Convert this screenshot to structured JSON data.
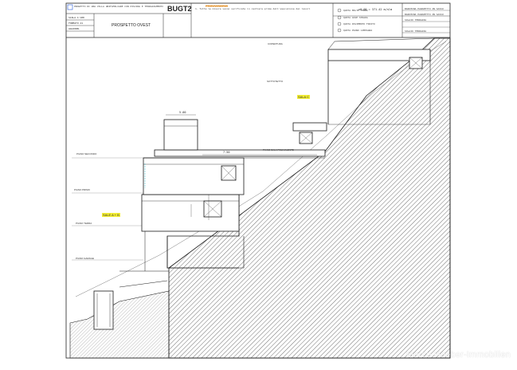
{
  "sheet": {
    "code": "BUGT2",
    "title": "PROSPETTO OVEST",
    "header_fine_print": "PROGETTO DI UNA VILLA UNIFAMILIARE CON PISCINA E TERRAZZAMENTI",
    "stamp": "PROVVISORIO",
    "legend_scale": "±0.00 = 371.42 m/slm",
    "legend_items": [
      "QUOTA MOLTE TERRA",
      "QUOTA ASSE STRADA",
      "QUOTA PAVIMENTO FINITO",
      "QUOTA PIANO CAMPAGNA"
    ],
    "legend_right": [
      "BANCHINA PARAPETTO IN SASSO",
      "BANCHINA PARAPETTO IN SASSO",
      "SOLAIO TERRAZZA",
      "SOLAIO TERRAZZA"
    ],
    "info_left": [
      "SCALA 1:100",
      "FORMATO A1",
      "AGGIORN."
    ],
    "notes_block": "1. Tutte le misure vanno verificate in cantiere prima dell'esecuzione dei lavori"
  },
  "labels": {
    "sala_c": "SALA C",
    "sala_ab": "SALE A + B",
    "piano_garage": "PIANO GARAGE",
    "piano_terra": "PIANO TERRA",
    "piano_primo": "PIANO PRIMO",
    "piano_secondo": "PIANO SECONDO",
    "sottotetto": "SOTTOTETTO",
    "copertura": "COPERTURA",
    "piano_sala": "PIANO SALA POLIVALENTE",
    "dim_top": "5.00",
    "dim_wide": "7.50"
  },
  "watermark": "Marco Hoeber-Immobilien",
  "colors": {
    "line": "#1a1a1a",
    "hatch": "#333333",
    "highlight": "#f3ee33",
    "stamp": "#e08a1e",
    "accent_blue": "#2a5bd7",
    "dashed_cyan": "#57c6d6"
  }
}
